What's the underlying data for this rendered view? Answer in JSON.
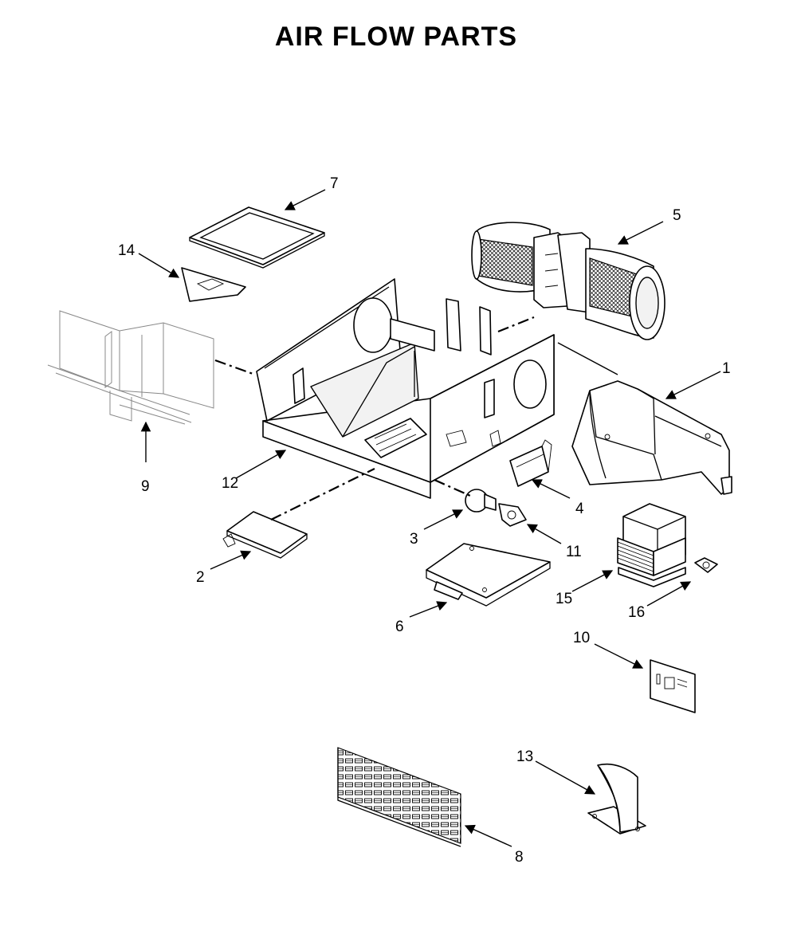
{
  "title": "AIR FLOW PARTS",
  "callouts": {
    "c1": "1",
    "c2": "2",
    "c3": "3",
    "c4": "4",
    "c5": "5",
    "c6": "6",
    "c7": "7",
    "c8": "8",
    "c9": "9",
    "c10": "10",
    "c11": "11",
    "c12": "12",
    "c13": "13",
    "c14": "14",
    "c15": "15",
    "c16": "16"
  }
}
